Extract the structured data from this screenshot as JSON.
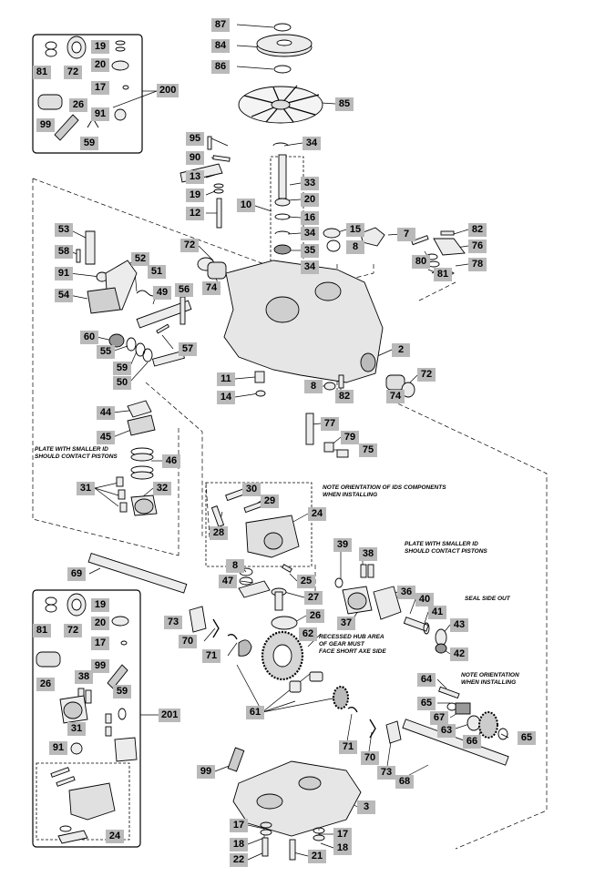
{
  "labels": [
    "87",
    "84",
    "86",
    "85",
    "34",
    "33",
    "20",
    "16",
    "34",
    "35",
    "34",
    "95",
    "90",
    "13",
    "19",
    "12",
    "10",
    "15",
    "8",
    "7",
    "82",
    "76",
    "80",
    "81",
    "78",
    "53",
    "58",
    "52",
    "51",
    "91",
    "54",
    "49",
    "56",
    "72",
    "74",
    "60",
    "55",
    "59",
    "50",
    "57",
    "2",
    "11",
    "14",
    "8",
    "82",
    "74",
    "72",
    "44",
    "45",
    "77",
    "79",
    "75",
    "46",
    "31",
    "32",
    "30",
    "29",
    "28",
    "24",
    "39",
    "38",
    "69",
    "8",
    "47",
    "25",
    "27",
    "26",
    "62",
    "36",
    "37",
    "40",
    "41",
    "43",
    "42",
    "73",
    "70",
    "71",
    "61",
    "64",
    "65",
    "67",
    "63",
    "66",
    "65",
    "71",
    "70",
    "73",
    "68",
    "99",
    "3",
    "17",
    "18",
    "22",
    "21",
    "17",
    "18",
    "81",
    "72",
    "19",
    "20",
    "17",
    "26",
    "99",
    "91",
    "59",
    "200",
    "81",
    "72",
    "19",
    "20",
    "17",
    "26",
    "99",
    "38",
    "59",
    "201",
    "31",
    "91",
    "24"
  ],
  "notes": {
    "plate_left": [
      "PLATE WITH SMALLER ID",
      "SHOULD CONTACT PISTONS"
    ],
    "ids": [
      "NOTE ORIENTATION OF IDS COMPONENTS",
      "WHEN INSTALLING"
    ],
    "plate_right": [
      "PLATE WITH SMALLER ID",
      "SHOULD CONTACT PISTONS"
    ],
    "seal": [
      "SEAL SIDE OUT"
    ],
    "hub": [
      "RECESSED HUB AREA",
      "OF GEAR MUST",
      "FACE SHORT AXE SIDE"
    ],
    "orient": [
      "NOTE ORIENTATION",
      "WHEN INSTALLING"
    ]
  }
}
